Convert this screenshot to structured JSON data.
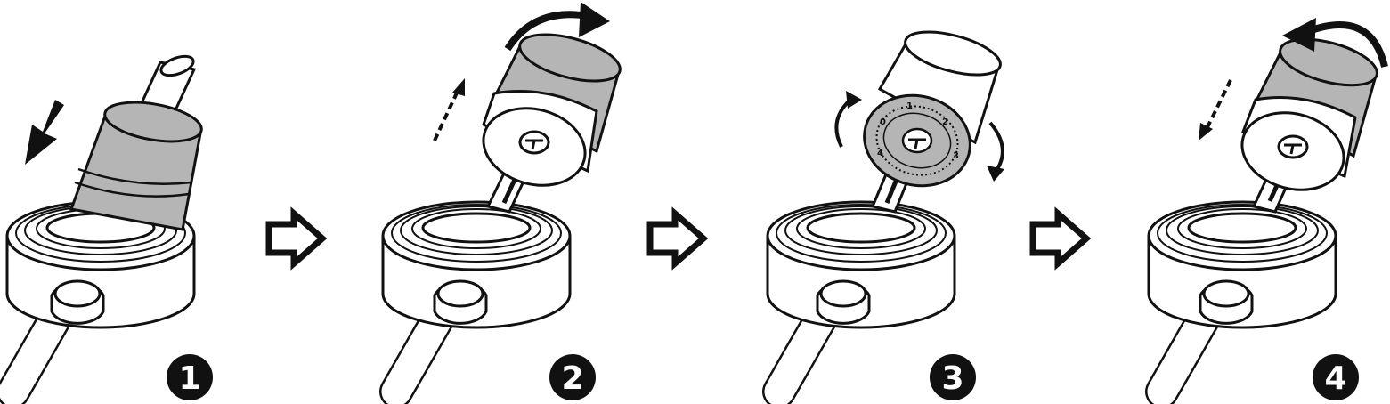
{
  "steps": [
    {
      "number": "1",
      "action": "push-in"
    },
    {
      "number": "2",
      "action": "pull-out-and-rotate"
    },
    {
      "number": "3",
      "action": "adjust-dial"
    },
    {
      "number": "4",
      "action": "push-in-and-rotate-back"
    }
  ],
  "dial_labels": [
    "0",
    "1",
    "2",
    "3",
    "4"
  ],
  "icons": [
    "arrow-right-icon",
    "rotate-arrow-icon",
    "push-arrow-icon",
    "pull-arrow-icon"
  ],
  "colors": {
    "stroke": "#111111",
    "fill": "#ffffff",
    "sleeve": "#b5b5b5",
    "badge": "#111111",
    "badge_text": "#ffffff"
  }
}
